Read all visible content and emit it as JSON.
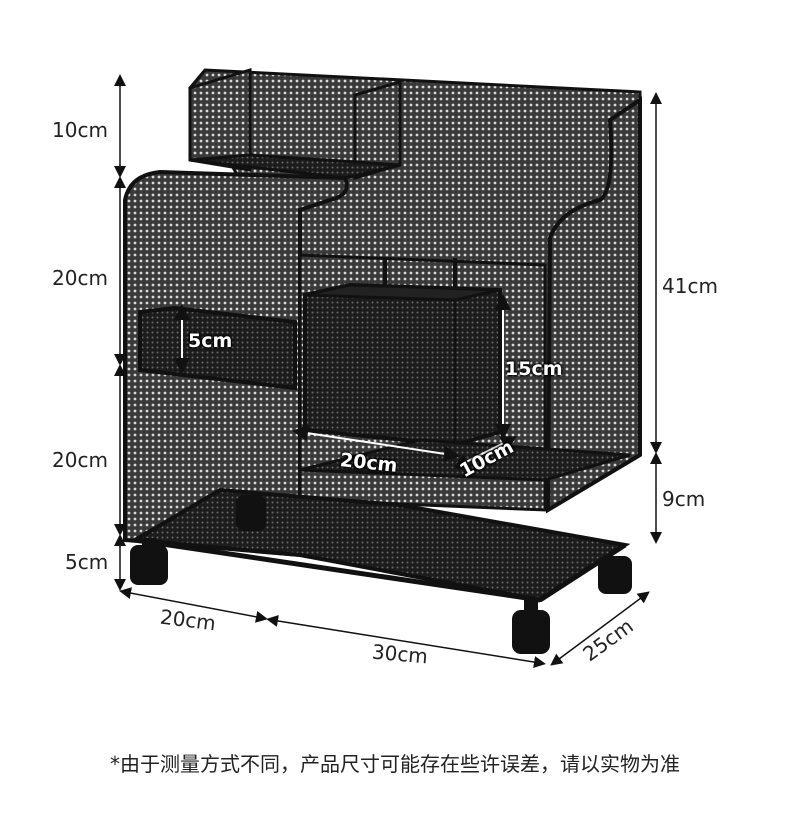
{
  "product": {
    "name": "mesh-rolling-storage-cart",
    "colors": {
      "frame": "#1a1a1a",
      "mesh": "#2b2b2b",
      "arrow": "#111111"
    }
  },
  "dimensions": {
    "left_heights": [
      "10cm",
      "20cm",
      "20cm",
      "5cm"
    ],
    "right_heights": [
      "41cm",
      "9cm"
    ],
    "bottom": {
      "left_depth": "20cm",
      "front_width": "30cm",
      "side_depth": "25cm"
    },
    "basket": {
      "height": "15cm",
      "width": "20cm",
      "depth": "10cm"
    },
    "drawer_height": "5cm"
  },
  "caption": "*由于测量方式不同，产品尺寸可能存在些许误差，请以实物为准"
}
